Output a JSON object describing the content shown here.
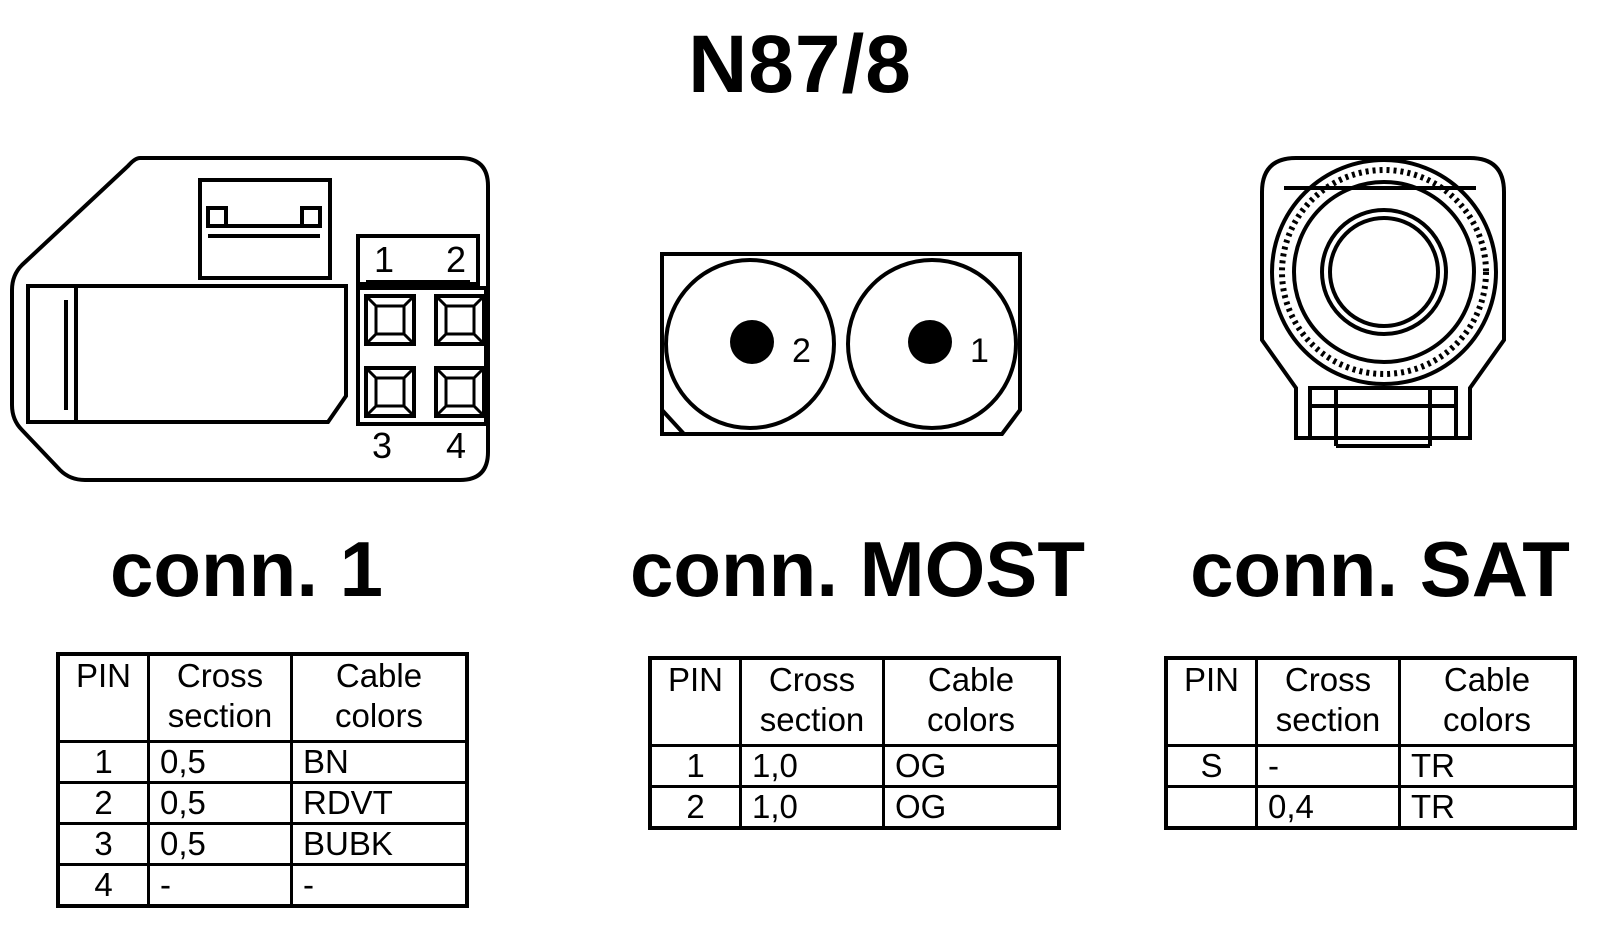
{
  "title": "N87/8",
  "connectors": [
    {
      "label": "conn. 1",
      "pin_numbers": [
        "1",
        "2",
        "3",
        "4"
      ],
      "table": {
        "headers": [
          "PIN",
          "Cross section",
          "Cable colors"
        ],
        "rows": [
          [
            "1",
            "0,5",
            "BN"
          ],
          [
            "2",
            "0,5",
            "RDVT"
          ],
          [
            "3",
            "0,5",
            "BUBK"
          ],
          [
            "4",
            "-",
            "-"
          ]
        ]
      }
    },
    {
      "label": "conn. MOST",
      "pin_numbers": [
        "2",
        "1"
      ],
      "table": {
        "headers": [
          "PIN",
          "Cross section",
          "Cable colors"
        ],
        "rows": [
          [
            "1",
            "1,0",
            "OG"
          ],
          [
            "2",
            "1,0",
            "OG"
          ]
        ]
      }
    },
    {
      "label": "conn. SAT",
      "table": {
        "headers": [
          "PIN",
          "Cross section",
          "Cable colors"
        ],
        "rows": [
          [
            "S",
            "-",
            "TR"
          ],
          [
            "",
            "0,4",
            "TR"
          ]
        ]
      }
    }
  ]
}
